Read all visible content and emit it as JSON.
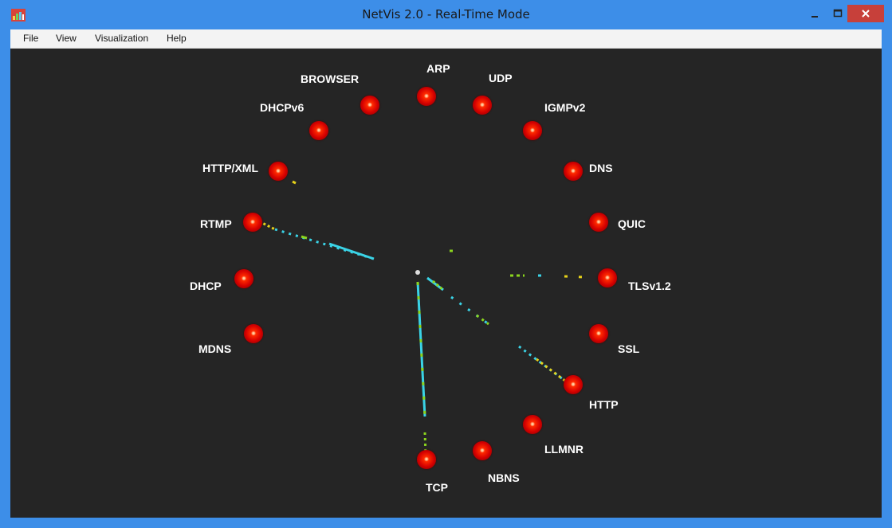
{
  "window": {
    "title": "NetVis 2.0 - Real-Time Mode",
    "accent_color": "#3d8ee8",
    "close_color": "#c7403a"
  },
  "menu": {
    "items": [
      {
        "label": "File"
      },
      {
        "label": "View"
      },
      {
        "label": "Visualization"
      },
      {
        "label": "Help"
      }
    ]
  },
  "visualization": {
    "background_color": "#252525",
    "node_color": "#e00000",
    "protocols": [
      {
        "label": "ARP"
      },
      {
        "label": "UDP"
      },
      {
        "label": "IGMPv2"
      },
      {
        "label": "DNS"
      },
      {
        "label": "QUIC"
      },
      {
        "label": "TLSv1.2"
      },
      {
        "label": "SSL"
      },
      {
        "label": "HTTP"
      },
      {
        "label": "LLMNR"
      },
      {
        "label": "NBNS"
      },
      {
        "label": "TCP"
      },
      {
        "label": "MDNS"
      },
      {
        "label": "DHCP"
      },
      {
        "label": "RTMP"
      },
      {
        "label": "HTTP/XML"
      },
      {
        "label": "DHCPv6"
      },
      {
        "label": "BROWSER"
      }
    ],
    "packet_colors": [
      "#3ad3e6",
      "#8cd61e",
      "#e6d21a"
    ]
  }
}
